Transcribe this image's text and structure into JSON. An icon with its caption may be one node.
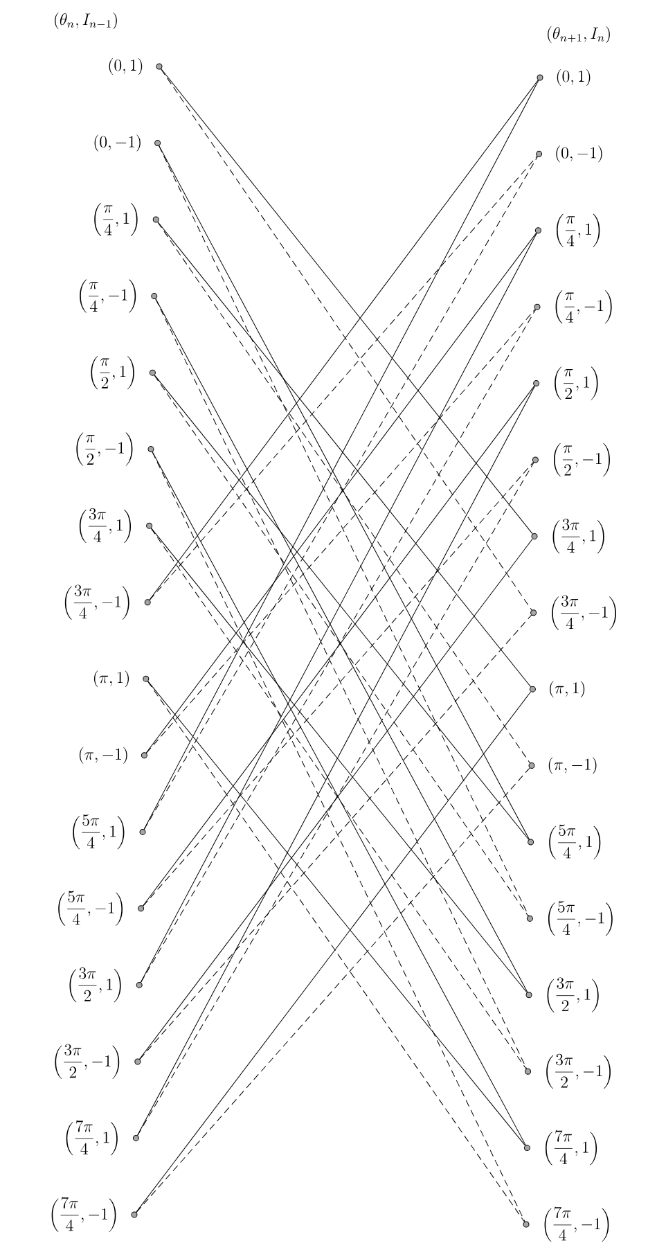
{
  "diagram": {
    "nodes": [
      {
        "text": [
          "(0, 1)"
        ]
      },
      {
        "text": [
          "(0,-1)"
        ]
      },
      {
        "text": [
          "\\left(\\frac{\\pi}{4},1\\right)"
        ]
      },
      {
        "text": [
          "\\left(\\frac{\\pi}{4},-1\\right)"
        ]
      },
      {
        "text": [
          "\\left(\\frac{\\pi}{2},1\\right)"
        ]
      },
      {
        "text": [
          "\\left(\\frac{\\pi}{2},-1\\right)"
        ]
      },
      {
        "text": [
          "\\left(\\frac{3\\pi}{4},1\\right)"
        ]
      },
      {
        "text": [
          "\\left(\\frac{3\\pi}{4},-1\\right)"
        ]
      },
      {
        "text": [
          "(\\pi, 1)"
        ]
      },
      {
        "text": [
          "(\\pi,-1)"
        ]
      },
      {
        "text": [
          "\\left(\\frac{5\\pi}{4},1\\right)"
        ]
      },
      {
        "text": [
          "\\left(\\frac{5\\pi}{4},-1\\right)"
        ]
      },
      {
        "text": [
          "\\left(\\frac{3\\pi}{2},1\\right)"
        ]
      },
      {
        "text": [
          "\\left(\\frac{3\\pi}{2},-1\\right)"
        ]
      },
      {
        "text": [
          "\\left(\\frac{7\\pi}{4},1\\right)"
        ]
      },
      {
        "text": [
          "\\left(\\frac{7\\pi}{4},-1\\right)"
        ]
      },
      {
        "text": [
          "(0, 1)"
        ]
      },
      {
        "text": [
          "(0,-1)"
        ]
      },
      {
        "text": [
          "\\left(\\frac{\\pi}{4},1\\right)"
        ]
      },
      {
        "text": [
          "\\left(\\frac{\\pi}{4},-1\\right)"
        ]
      },
      {
        "text": [
          "\\left(\\frac{\\pi}{2},1\\right)"
        ]
      },
      {
        "text": [
          "\\left(\\frac{\\pi}{2},-1\\right)"
        ]
      },
      {
        "text": [
          "\\left(\\frac{3\\pi}{4},1\\right)"
        ]
      },
      {
        "text": [
          "\\left(\\frac{3\\pi}{4},-1\\right)"
        ]
      },
      {
        "text": [
          "(\\pi, 1)"
        ]
      },
      {
        "text": [
          "(\\pi,-1)"
        ]
      },
      {
        "text": [
          "\\left(\\frac{5\\pi}{4},1\\right)"
        ]
      },
      {
        "text": [
          "\\left(\\frac{5\\pi}{4},-1\\right)"
        ]
      },
      {
        "text": [
          "\\left(\\frac{3\\pi}{2},1\\right)"
        ]
      },
      {
        "text": [
          "\\left(\\frac{3\\pi}{2},-1\\right)"
        ]
      },
      {
        "text": [
          "\\left(\\frac{7\\pi}{4},1\\right)"
        ]
      },
      {
        "text": [
          "\\left(\\frac{7\\pi}{4},-1\\right)"
        ]
      }
    ],
    "edges": [
      {
        "from": 0,
        "to": 22,
        "arrow": "none"
      },
      {
        "from": 0,
        "to": 23,
        "arrow": "none",
        "style": "dashed"
      },
      {
        "from": 1,
        "to": 26,
        "arrow": "none"
      },
      {
        "from": 1,
        "to": 27,
        "arrow": "none",
        "style": "dashed"
      },
      {
        "from": 2,
        "to": 24,
        "arrow": "none"
      },
      {
        "from": 2,
        "to": 25,
        "arrow": "none",
        "style": "dashed"
      },
      {
        "from": 3,
        "to": 28,
        "arrow": "none"
      },
      {
        "from": 3,
        "to": 29,
        "arrow": "none",
        "style": "dashed"
      },
      {
        "from": 4,
        "to": 26,
        "arrow": "none"
      },
      {
        "from": 4,
        "to": 27,
        "arrow": "none",
        "style": "dashed"
      },
      {
        "from": 5,
        "to": 30,
        "arrow": "none"
      },
      {
        "from": 5,
        "to": 31,
        "arrow": "none",
        "style": "dashed"
      },
      {
        "from": 6,
        "to": 28,
        "arrow": "none"
      },
      {
        "from": 6,
        "to": 29,
        "arrow": "none",
        "style": "dashed"
      },
      {
        "from": 7,
        "to": 16,
        "arrow": "none"
      },
      {
        "from": 7,
        "to": 17,
        "arrow": "none",
        "style": "dashed"
      },
      {
        "from": 8,
        "to": 30,
        "arrow": "none"
      },
      {
        "from": 8,
        "to": 31,
        "arrow": "none",
        "style": "dashed"
      },
      {
        "from": 9,
        "to": 18,
        "arrow": "none"
      },
      {
        "from": 9,
        "to": 19,
        "arrow": "none",
        "style": "dashed"
      },
      {
        "from": 10,
        "to": 16,
        "arrow": "none"
      },
      {
        "from": 10,
        "to": 17,
        "arrow": "none",
        "style": "dashed"
      },
      {
        "from": 11,
        "to": 20,
        "arrow": "none"
      },
      {
        "from": 11,
        "to": 21,
        "arrow": "none",
        "style": "dashed"
      },
      {
        "from": 12,
        "to": 18,
        "arrow": "none"
      },
      {
        "from": 12,
        "to": 19,
        "arrow": "none",
        "style": "dashed"
      },
      {
        "from": 13,
        "to": 22,
        "arrow": "none"
      },
      {
        "from": 13,
        "to": 23,
        "arrow": "none",
        "style": "dashed"
      },
      {
        "from": 14,
        "to": 20,
        "arrow": "none"
      },
      {
        "from": 14,
        "to": 21,
        "arrow": "none",
        "style": "dashed"
      },
      {
        "from": 15,
        "to": 24,
        "arrow": "none"
      },
      {
        "from": 15,
        "to": 25,
        "arrow": "none",
        "style": "dashed"
      }
    ],
    "labels": [
      "(\\theta_n, I_{n-1})",
      "(\\theta_{n+1}, I_n)"
    ]
  }
}
